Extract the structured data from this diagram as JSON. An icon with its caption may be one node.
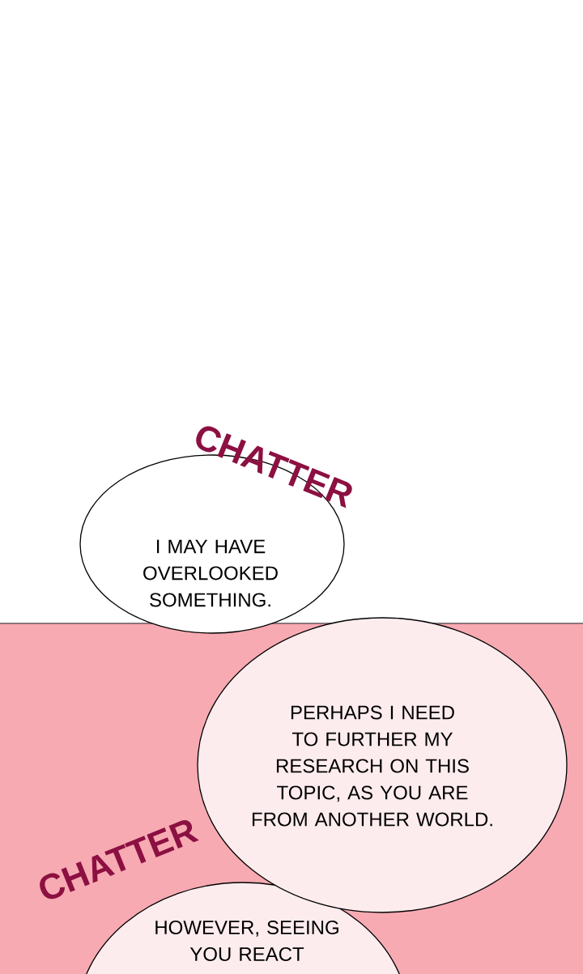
{
  "diagram": {
    "nodes": [
      {
        "text": [
          "I MAY HAVE OVERLOOKED SOMETHING."
        ]
      },
      {
        "text": [
          "PERHAPS I NEED TO FURTHER MY RESEARCH ON THIS TOPIC, AS YOU ARE FROM ANOTHER WORLD."
        ]
      },
      {
        "text": [
          "HOWEVER, SEEING YOU REACT"
        ]
      }
    ],
    "labels": [
      "CHATTER",
      "CHATTER"
    ]
  }
}
